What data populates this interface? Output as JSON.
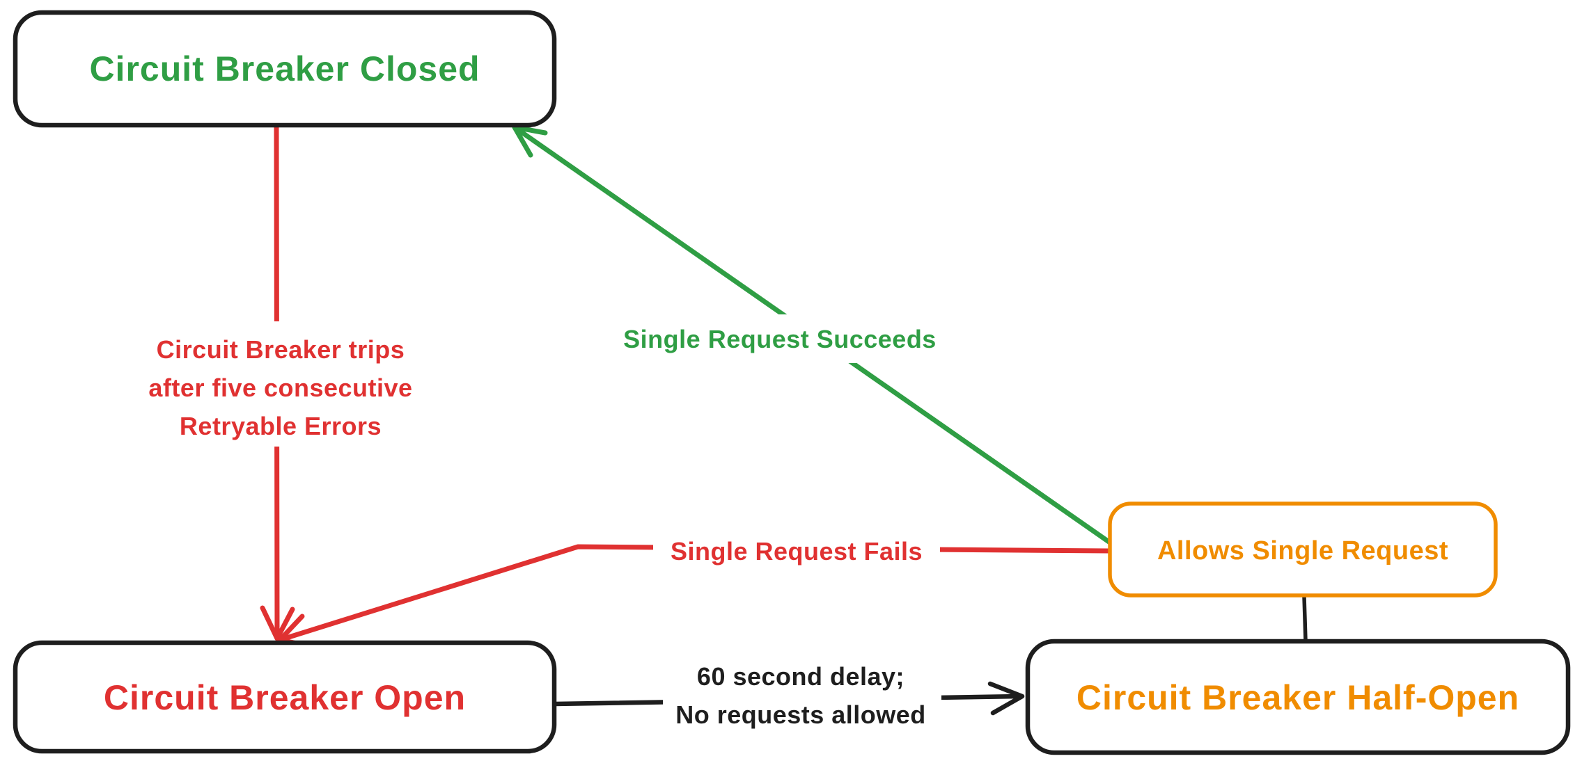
{
  "diagram": {
    "title": "Circuit Breaker state diagram",
    "colors": {
      "green": "#2f9e44",
      "red": "#e03131",
      "orange": "#f08c00",
      "ink": "#1e1e1e",
      "background": "#ffffff"
    },
    "nodes": {
      "closed": {
        "label": "Circuit Breaker Closed"
      },
      "open": {
        "label": "Circuit Breaker Open"
      },
      "half_open": {
        "label": "Circuit Breaker Half-Open"
      },
      "allows_single_request": {
        "label": "Allows Single Request"
      }
    },
    "edges": {
      "trip": {
        "label_line1": "Circuit Breaker trips",
        "label_line2": "after five consecutive",
        "label_line3": "Retryable Errors"
      },
      "succeed": {
        "label": "Single Request Succeeds"
      },
      "fail": {
        "label": "Single Request Fails"
      },
      "delay": {
        "label_line1": "60 second delay;",
        "label_line2": "No requests allowed"
      },
      "half_open_to_allows": {
        "label": ""
      }
    }
  }
}
